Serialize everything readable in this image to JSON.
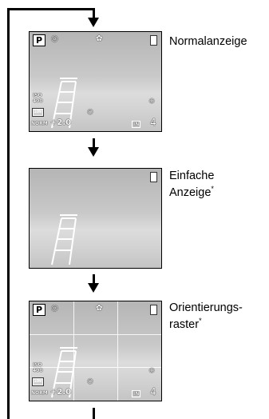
{
  "sections": [
    {
      "label": "Normalanzeige",
      "asterisk": ""
    },
    {
      "label": "Einfache Anzeige",
      "line1": "Einfache",
      "line2": "Anzeige",
      "asterisk": "*"
    },
    {
      "label": "Orientierungsraster",
      "line1": "Orientierungs-",
      "line2": "raster",
      "asterisk": "*"
    }
  ],
  "osd": {
    "mode": "P",
    "iso_top": "ISO",
    "iso_value": "400",
    "exposure": "+2.0",
    "card": "IN",
    "remaining": "4",
    "resolution": "10M",
    "compression": "NORM"
  },
  "icons": [
    "stabilizer-icon",
    "macro-icon",
    "battery-icon",
    "self-timer-icon",
    "face-detect-icon",
    "card-icon",
    "ladder-image"
  ]
}
